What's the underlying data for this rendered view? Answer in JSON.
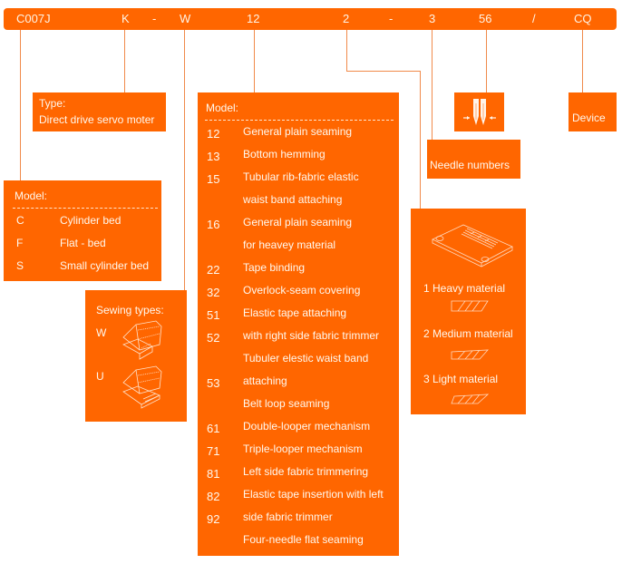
{
  "header": {
    "segments": [
      {
        "id": "series",
        "text": "C007J"
      },
      {
        "id": "type",
        "text": "K"
      },
      {
        "id": "sep1",
        "text": "-"
      },
      {
        "id": "sewing",
        "text": "W"
      },
      {
        "id": "model",
        "text": "12"
      },
      {
        "id": "material",
        "text": "2"
      },
      {
        "id": "sep2",
        "text": "-"
      },
      {
        "id": "needles",
        "text": "3"
      },
      {
        "id": "gauge",
        "text": "56"
      },
      {
        "id": "slash",
        "text": "/"
      },
      {
        "id": "device",
        "text": "CQ"
      }
    ]
  },
  "type_box": {
    "title": "Type:",
    "value": "Direct drive servo moter"
  },
  "bed_model_box": {
    "title": "Model:",
    "items": [
      {
        "code": "C",
        "label": "Cylinder bed"
      },
      {
        "code": "F",
        "label": "Flat - bed"
      },
      {
        "code": "S",
        "label": "Small cylinder bed"
      }
    ]
  },
  "sewing_types_box": {
    "title": "Sewing types:",
    "items": [
      {
        "code": "W",
        "icon": "w-seam-icon"
      },
      {
        "code": "U",
        "icon": "u-seam-icon"
      }
    ]
  },
  "model_box": {
    "title": "Model:",
    "rows": [
      {
        "code": "12",
        "label": "General plain seaming"
      },
      {
        "code": "13",
        "label": "Bottom hemming"
      },
      {
        "code": "15",
        "label": "Tubular rib-fabric elastic"
      },
      {
        "code": "",
        "label": "waist band attaching"
      },
      {
        "code": "16",
        "label": "General plain seaming"
      },
      {
        "code": "",
        "label": "for heavey material"
      },
      {
        "code": "22",
        "label": "Tape binding"
      },
      {
        "code": "32",
        "label": "Overlock-seam covering"
      },
      {
        "code": "51",
        "label": "Elastic tape attaching"
      },
      {
        "code": "52",
        "label": "with right side fabric trimmer"
      },
      {
        "code": "",
        "label": "Tubuler elestic waist band"
      },
      {
        "code": "53",
        "label": "attaching"
      },
      {
        "code": "",
        "label": "Belt loop seaming"
      },
      {
        "code": "61",
        "label": "Double-looper mechanism"
      },
      {
        "code": "71",
        "label": "Triple-looper mechanism"
      },
      {
        "code": "81",
        "label": "Left side fabric trimmering"
      },
      {
        "code": "82",
        "label": "Elastic tape insertion with left"
      },
      {
        "code": "92",
        "label": "side fabric trimmer"
      },
      {
        "code": "",
        "label": "Four-needle flat seaming"
      }
    ]
  },
  "material_box": {
    "icon": "needle-plate-icon",
    "items": [
      {
        "label": "1 Heavy material"
      },
      {
        "label": "2 Medium material"
      },
      {
        "label": "3 Light material"
      }
    ]
  },
  "needle_box": {
    "label": "Needle numbers"
  },
  "gauge_box": {
    "icon": "twin-needle-icon"
  },
  "device_box": {
    "label": "Device"
  },
  "colors": {
    "accent": "#ff6600",
    "line": "#f08a4a",
    "text": "#fff8ee"
  }
}
